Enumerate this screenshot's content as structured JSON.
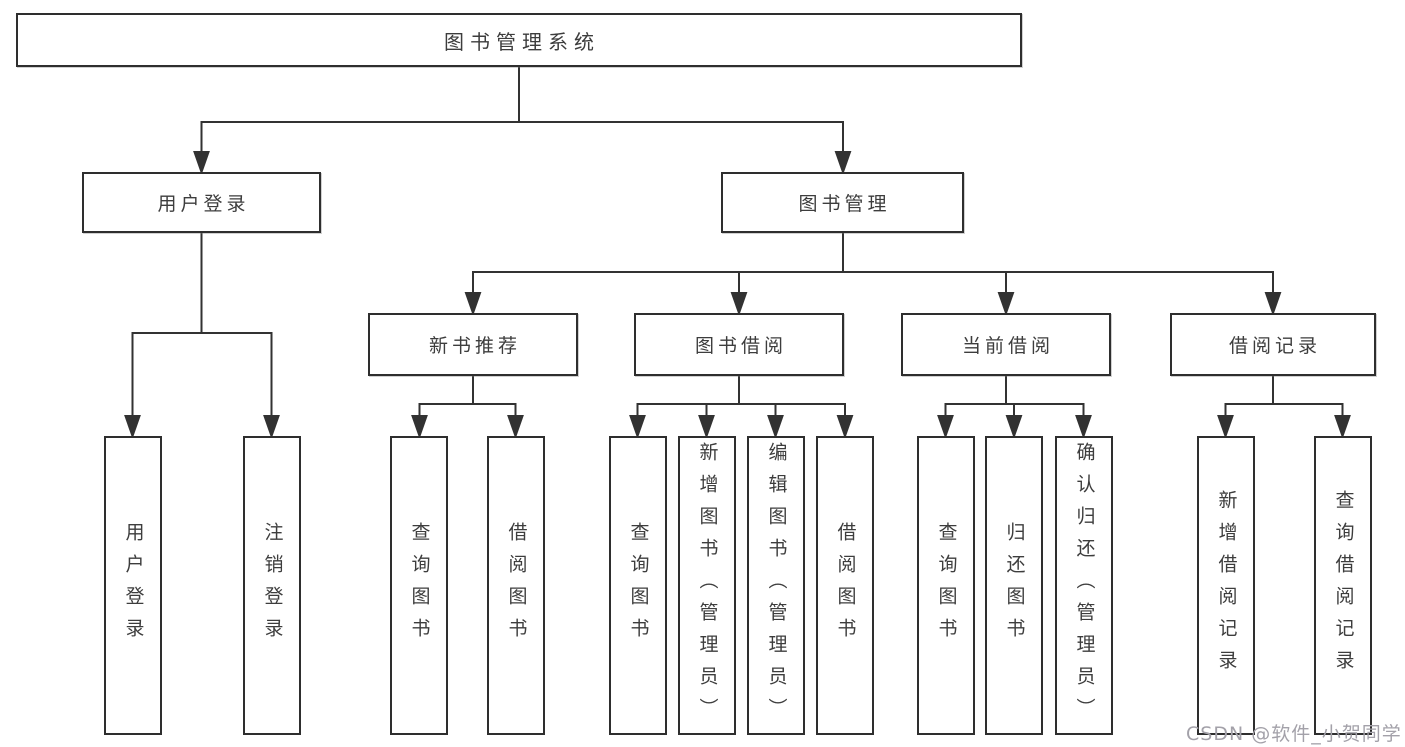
{
  "diagram": {
    "title_node": {
      "label": "图书管理系统"
    },
    "level2": [
      {
        "label": "用户登录"
      },
      {
        "label": "图书管理"
      }
    ],
    "level3": [
      {
        "label": "新书推荐"
      },
      {
        "label": "图书借阅"
      },
      {
        "label": "当前借阅"
      },
      {
        "label": "借阅记录"
      }
    ],
    "leaves": [
      {
        "label": "用户登录"
      },
      {
        "label": "注销登录"
      },
      {
        "label": "查询图书"
      },
      {
        "label": "借阅图书"
      },
      {
        "label": "查询图书"
      },
      {
        "label": "新增图书（管理员）"
      },
      {
        "label": "编辑图书（管理员）"
      },
      {
        "label": "借阅图书"
      },
      {
        "label": "查询图书"
      },
      {
        "label": "归还图书"
      },
      {
        "label": "确认归还（管理员）"
      },
      {
        "label": "新增借阅记录"
      },
      {
        "label": "查询借阅记录"
      }
    ],
    "colors": {
      "line": "#323232",
      "box_border": "#2e2e2e",
      "text": "#3d3d3d",
      "background": "#ffffff"
    }
  },
  "watermark": {
    "text": "CSDN @软件_小贺同学",
    "color": "#a3a1a9"
  }
}
